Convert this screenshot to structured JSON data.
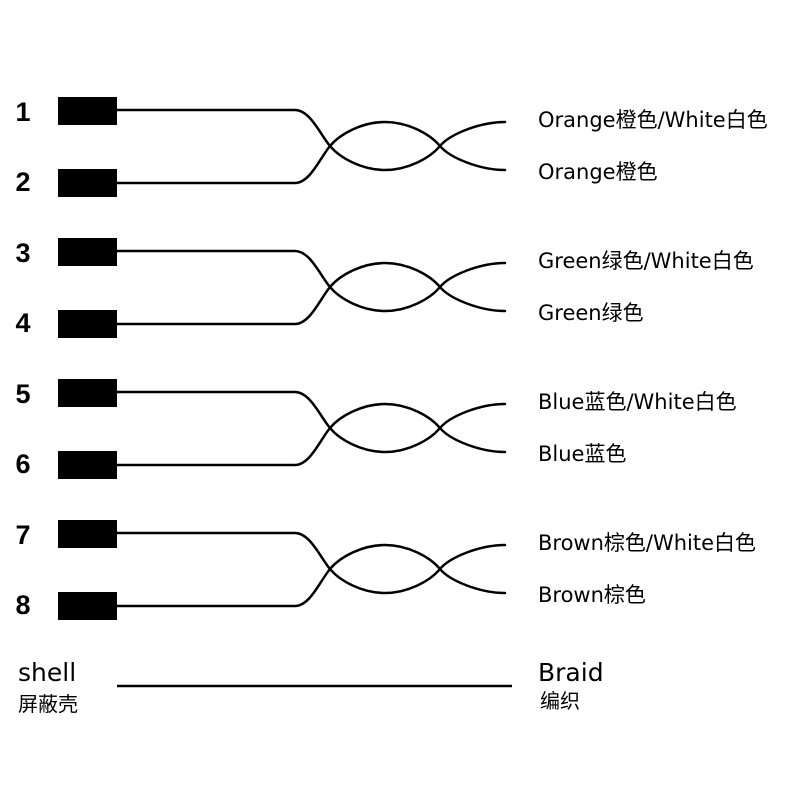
{
  "pins": [
    "1",
    "2",
    "3",
    "4",
    "5",
    "6",
    "7",
    "8"
  ],
  "pairs": [
    {
      "wire_labels": [
        "Orange橙色/White白色",
        "Orange橙色"
      ]
    },
    {
      "wire_labels": [
        "Green绿色/White白色",
        "Green绿色"
      ]
    },
    {
      "wire_labels": [
        "Blue蓝色/White白色",
        "Blue蓝色"
      ]
    },
    {
      "wire_labels": [
        "Brown棕色/White白色",
        "Brown棕色"
      ]
    }
  ],
  "shield": {
    "left_label": "shell",
    "left_label_zh": "屏蔽壳",
    "right_label": "Braid",
    "right_label_zh": "编织"
  },
  "colors": {
    "line": "#000000",
    "background": "#ffffff"
  }
}
